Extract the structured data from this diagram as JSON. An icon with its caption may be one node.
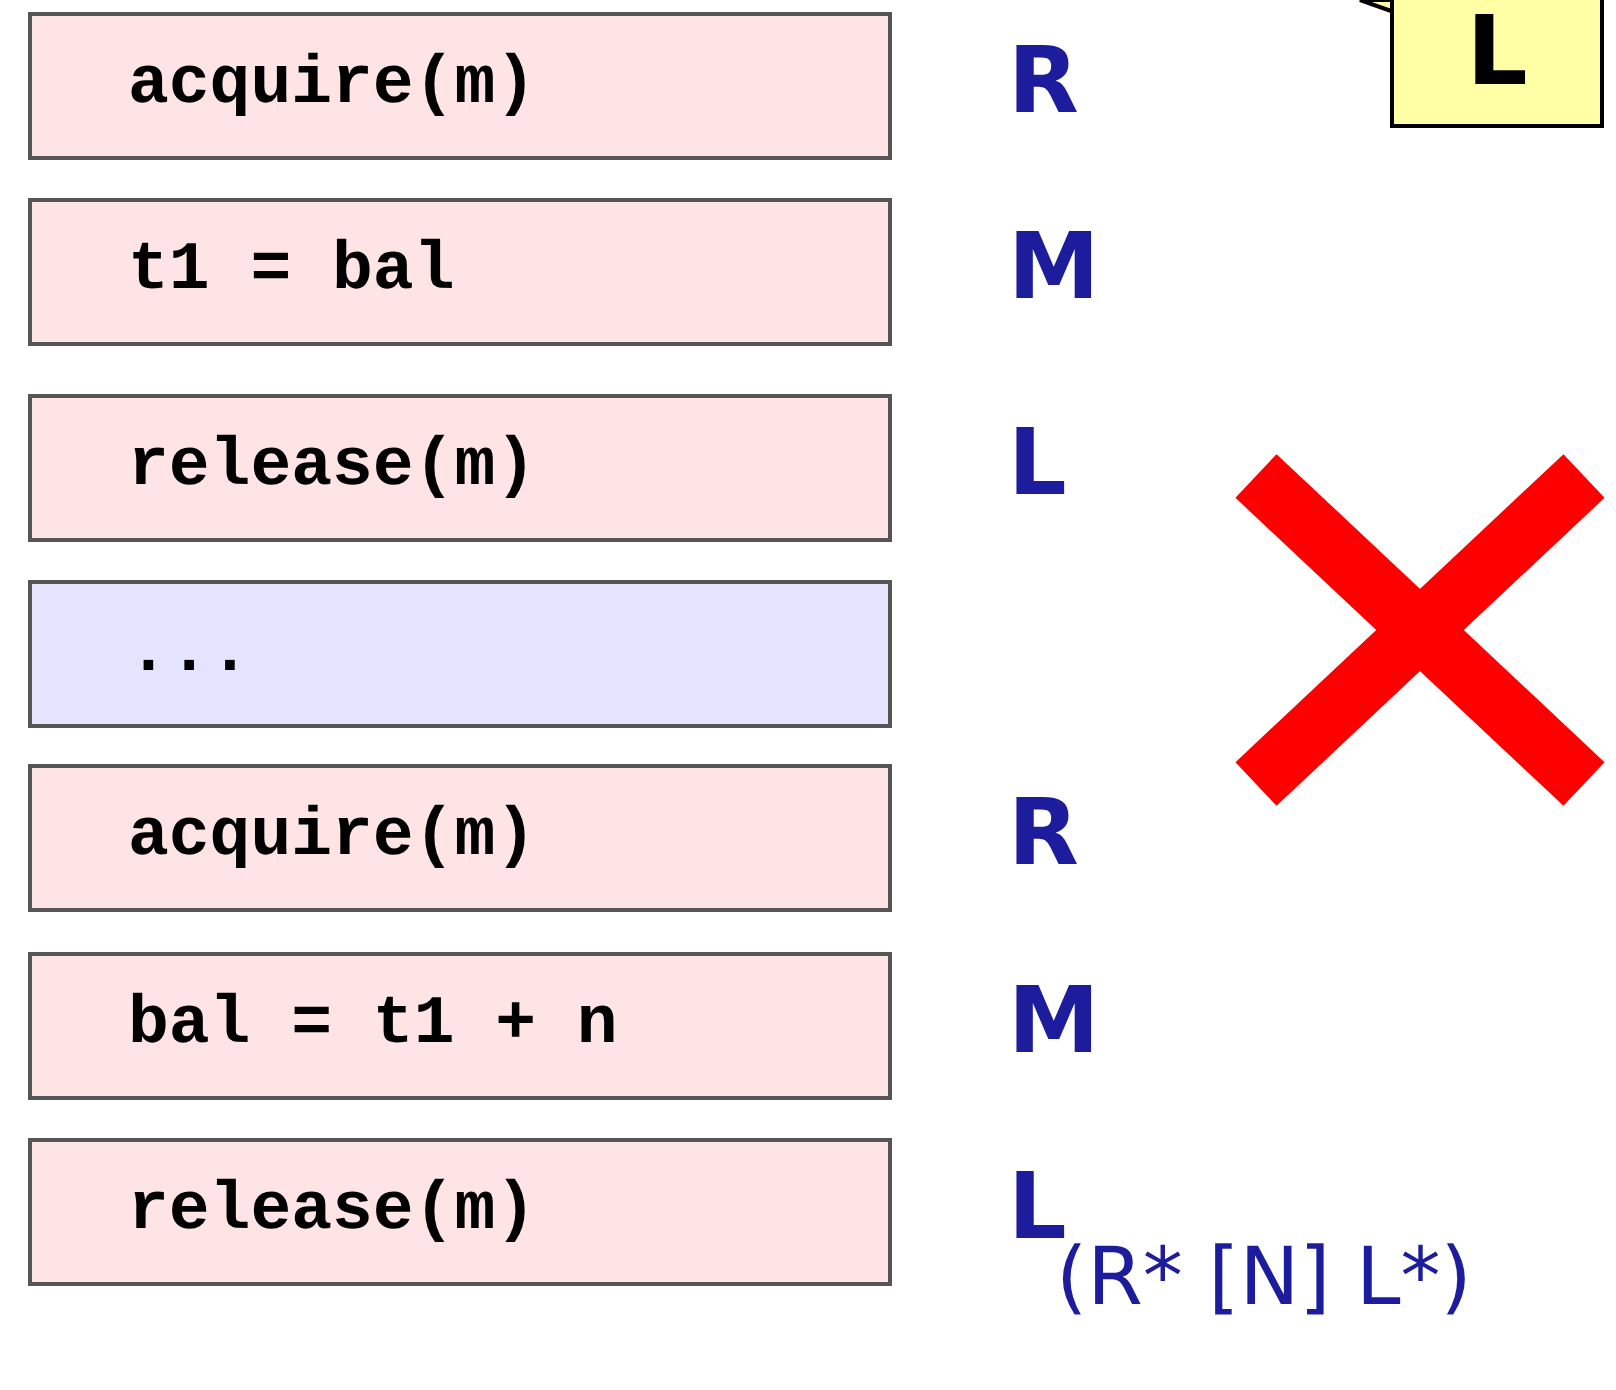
{
  "diagram": {
    "nodes": [
      {
        "text": [
          "acquire(m)"
        ],
        "beside": [
          "R"
        ]
      },
      {
        "text": [
          "t1 = bal"
        ],
        "beside": [
          "M"
        ]
      },
      {
        "text": [
          "release(m)"
        ],
        "beside": [
          "L"
        ]
      },
      {
        "text": [
          "..."
        ]
      },
      {
        "text": [
          "acquire(m)"
        ],
        "beside": [
          "R"
        ]
      },
      {
        "text": [
          "bal = t1 + n"
        ],
        "beside": [
          "M"
        ]
      },
      {
        "text": [
          "release(m)"
        ],
        "beside": [
          "L"
        ]
      },
      {
        "text": [
          "L"
        ]
      }
    ],
    "labels": [
      "(R* [N] L*)"
    ]
  }
}
